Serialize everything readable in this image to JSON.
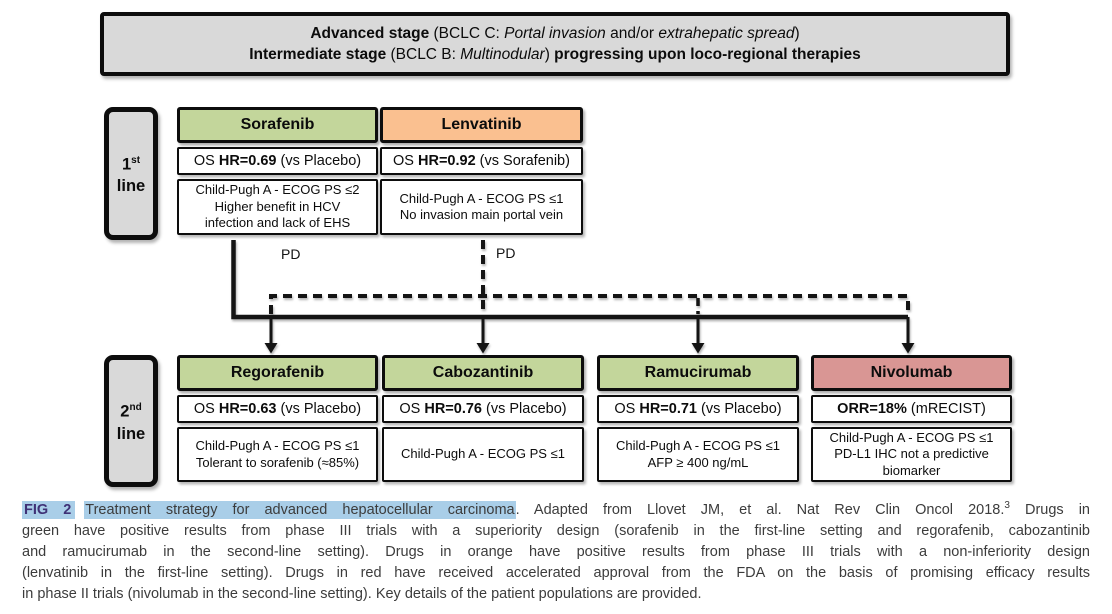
{
  "stage_box": {
    "l1_b": "Advanced stage",
    "l1_r1": " (BCLC C: ",
    "l1_i1": "Portal invasion",
    "l1_r2": " and/or ",
    "l1_i2": "extrahepatic spread",
    "l1_r3": ")",
    "l2_b1": "Intermediate stage",
    "l2_r1": " (BCLC B: ",
    "l2_i1": "Multinodular",
    "l2_r2": ") ",
    "l2_b2": "progressing upon loco-regional therapies"
  },
  "labels": {
    "first_num": "1",
    "first_sup": "st",
    "second_num": "2",
    "second_sup": "nd",
    "line_word": "line",
    "pd": "PD"
  },
  "drugs": {
    "sorafenib": {
      "name": "Sorafenib",
      "os_pre": "OS ",
      "os_bold": "HR=0.69",
      "os_post": " (vs Placebo)",
      "c0": "Child-Pugh A - ECOG PS ≤2",
      "c1": "Higher benefit in HCV",
      "c2": "infection and lack of EHS"
    },
    "lenvatinib": {
      "name": "Lenvatinib",
      "os_pre": "OS ",
      "os_bold": "HR=0.92",
      "os_post": " (vs Sorafenib)",
      "c0": "Child-Pugh A - ECOG PS ≤1",
      "c1": "No invasion main portal vein"
    },
    "regorafenib": {
      "name": "Regorafenib",
      "os_pre": "OS ",
      "os_bold": "HR=0.63",
      "os_post": " (vs Placebo)",
      "c0": "Child-Pugh A - ECOG PS ≤1",
      "c1": "Tolerant to sorafenib (≈85%)"
    },
    "cabozantinib": {
      "name": "Cabozantinib",
      "os_pre": "OS ",
      "os_bold": "HR=0.76",
      "os_post": " (vs Placebo)",
      "c0": "Child-Pugh A - ECOG PS ≤1"
    },
    "ramucirumab": {
      "name": "Ramucirumab",
      "os_pre": "OS ",
      "os_bold": "HR=0.71",
      "os_post": " (vs Placebo)",
      "c0": "Child-Pugh A - ECOG PS ≤1",
      "c1": "AFP ≥ 400 ng/mL"
    },
    "nivolumab": {
      "name": "Nivolumab",
      "os_pre": "",
      "os_bold": "ORR=18%",
      "os_post": " (mRECIST)",
      "c0": "Child-Pugh A - ECOG PS ≤1",
      "c1": "PD-L1 IHC not a predictive",
      "c2": "biomarker"
    }
  },
  "colors": {
    "green_header": "#c3d69b",
    "orange_header": "#fac090",
    "red_header": "#d99694",
    "gray_box": "#d9d9d9",
    "border_black": "#0d0d0d",
    "caption_highlight": "#a9cee8",
    "fig_label_text": "#3f3176"
  },
  "caption": {
    "fig_label": "FIG 2",
    "highlighted_title": "Treatment strategy for advanced hepatocellular carcinoma",
    "line1_rest_a": ". Adapted from Llovet JM, et al. Nat Rev Clin Oncol 2018.",
    "line1_sup": "3",
    "line1_rest_b": " Drugs in",
    "line2": "green have positive results from phase III trials with a superiority design (sorafenib in the first-line setting and regorafenib, cabozantinib",
    "line3": "and ramucirumab in the second-line setting). Drugs in orange have positive results from phase III trials with a non-inferiority design",
    "line4": "(lenvatinib in the first-line setting). Drugs in red have received accelerated approval from the FDA on the basis of promising efficacy results",
    "line5": "in phase II trials (nivolumab in the second-line setting). Key details of the patient populations are provided."
  }
}
